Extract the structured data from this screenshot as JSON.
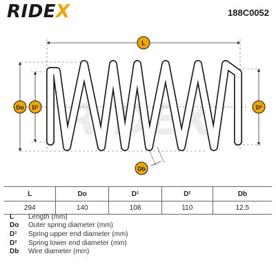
{
  "header": {
    "brand_left": "RIDE",
    "brand_x": "X",
    "part_number": "188C0052"
  },
  "diagram": {
    "labels": {
      "length": "L",
      "outer_diameter": "Do",
      "upper_end_diameter": "D¹",
      "lower_end_diameter": "D²",
      "wire_diameter": "Db"
    },
    "accent_color": "#f0a500"
  },
  "table": {
    "headers": [
      "L",
      "Do",
      "D¹",
      "D²",
      "Db"
    ],
    "values": [
      "294",
      "140",
      "108",
      "110",
      "12.5"
    ]
  },
  "legend": [
    {
      "key": "L",
      "text": "Length (mm)"
    },
    {
      "key": "Do",
      "text": "Outer spring diameter (mm)"
    },
    {
      "key": "D¹",
      "text": "Spring upper end diameter (mm)"
    },
    {
      "key": "D²",
      "text": "Spring lower end diameter (mm)"
    },
    {
      "key": "Db",
      "text": "Wire diameter (mm)"
    }
  ]
}
